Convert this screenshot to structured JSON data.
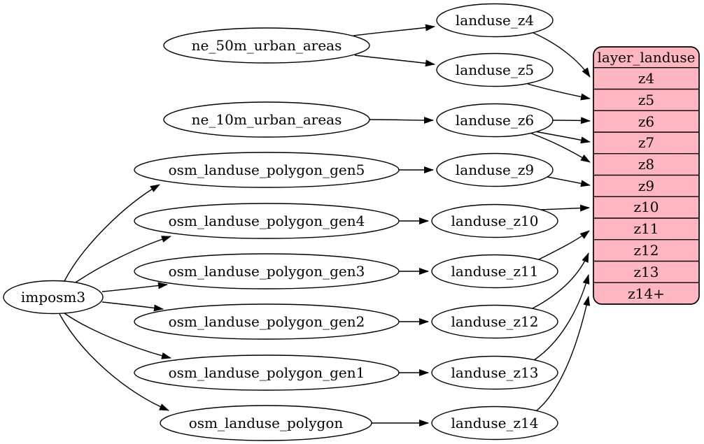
{
  "diagram": {
    "colors": {
      "table_fill": "#ffb6c1",
      "node_fill": "#ffffff",
      "line": "#000000"
    },
    "nodes": {
      "imposm3": "imposm3",
      "ne_50m_urban_areas": "ne_50m_urban_areas",
      "ne_10m_urban_areas": "ne_10m_urban_areas",
      "osm_landuse_polygon_gen5": "osm_landuse_polygon_gen5",
      "osm_landuse_polygon_gen4": "osm_landuse_polygon_gen4",
      "osm_landuse_polygon_gen3": "osm_landuse_polygon_gen3",
      "osm_landuse_polygon_gen2": "osm_landuse_polygon_gen2",
      "osm_landuse_polygon_gen1": "osm_landuse_polygon_gen1",
      "osm_landuse_polygon": "osm_landuse_polygon",
      "landuse_z4": "landuse_z4",
      "landuse_z5": "landuse_z5",
      "landuse_z6": "landuse_z6",
      "landuse_z9": "landuse_z9",
      "landuse_z10": "landuse_z10",
      "landuse_z11": "landuse_z11",
      "landuse_z12": "landuse_z12",
      "landuse_z13": "landuse_z13",
      "landuse_z14": "landuse_z14"
    },
    "table": {
      "title": "layer_landuse",
      "fill_color": "#ffb6c1",
      "rows": [
        "z4",
        "z5",
        "z6",
        "z7",
        "z8",
        "z9",
        "z10",
        "z11",
        "z12",
        "z13",
        "z14+"
      ]
    },
    "edges": [
      {
        "from": "imposm3",
        "to": "osm_landuse_polygon_gen5"
      },
      {
        "from": "imposm3",
        "to": "osm_landuse_polygon_gen4"
      },
      {
        "from": "imposm3",
        "to": "osm_landuse_polygon_gen3"
      },
      {
        "from": "imposm3",
        "to": "osm_landuse_polygon_gen2"
      },
      {
        "from": "imposm3",
        "to": "osm_landuse_polygon_gen1"
      },
      {
        "from": "imposm3",
        "to": "osm_landuse_polygon"
      },
      {
        "from": "ne_50m_urban_areas",
        "to": "landuse_z4"
      },
      {
        "from": "ne_50m_urban_areas",
        "to": "landuse_z5"
      },
      {
        "from": "ne_10m_urban_areas",
        "to": "landuse_z6"
      },
      {
        "from": "osm_landuse_polygon_gen5",
        "to": "landuse_z9"
      },
      {
        "from": "osm_landuse_polygon_gen4",
        "to": "landuse_z10"
      },
      {
        "from": "osm_landuse_polygon_gen3",
        "to": "landuse_z11"
      },
      {
        "from": "osm_landuse_polygon_gen2",
        "to": "landuse_z12"
      },
      {
        "from": "osm_landuse_polygon_gen1",
        "to": "landuse_z13"
      },
      {
        "from": "osm_landuse_polygon",
        "to": "landuse_z14"
      },
      {
        "from": "landuse_z4",
        "to": "layer_landuse.z4"
      },
      {
        "from": "landuse_z5",
        "to": "layer_landuse.z5"
      },
      {
        "from": "landuse_z6",
        "to": "layer_landuse.z6"
      },
      {
        "from": "landuse_z6",
        "to": "layer_landuse.z7"
      },
      {
        "from": "landuse_z6",
        "to": "layer_landuse.z8"
      },
      {
        "from": "landuse_z9",
        "to": "layer_landuse.z9"
      },
      {
        "from": "landuse_z10",
        "to": "layer_landuse.z10"
      },
      {
        "from": "landuse_z11",
        "to": "layer_landuse.z11"
      },
      {
        "from": "landuse_z12",
        "to": "layer_landuse.z12"
      },
      {
        "from": "landuse_z13",
        "to": "layer_landuse.z13"
      },
      {
        "from": "landuse_z14",
        "to": "layer_landuse.z14+"
      }
    ]
  }
}
